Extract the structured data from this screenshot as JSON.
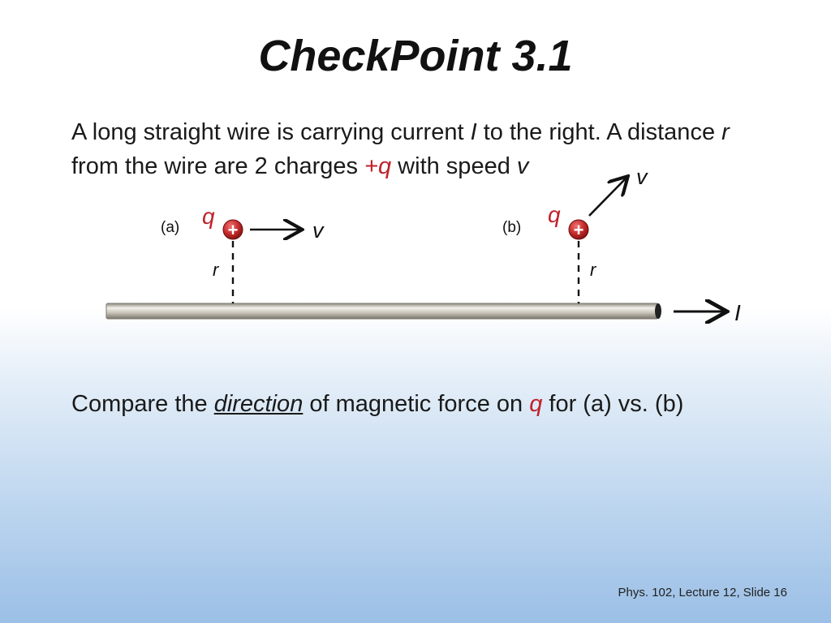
{
  "slide": {
    "title": "CheckPoint 3.1",
    "intro": {
      "p1": "A long straight wire is carrying current ",
      "I": "I",
      "p2": " to the right. A distance ",
      "r": "r",
      "p3": "from the wire are 2 charges ",
      "plusq": "+q",
      "p4": " with speed ",
      "v": "v"
    },
    "diagram": {
      "a_label": "(a)",
      "b_label": "(b)",
      "q_a": "q",
      "q_b": "q",
      "v_a": "v",
      "v_b": "v",
      "r_a": "r",
      "r_b": "r",
      "current": "I",
      "plus": "+"
    },
    "question": {
      "p1": "Compare the ",
      "direction": "direction",
      "p2": " of magnetic force on ",
      "q": "q",
      "p3": " for (a) vs. (b)"
    },
    "footer": "Phys. 102, Lecture 12, Slide 16"
  },
  "colors": {
    "charge_red": "#c0202a",
    "text": "#1a1a1a",
    "bg_bottom": "#9bbfe6"
  }
}
